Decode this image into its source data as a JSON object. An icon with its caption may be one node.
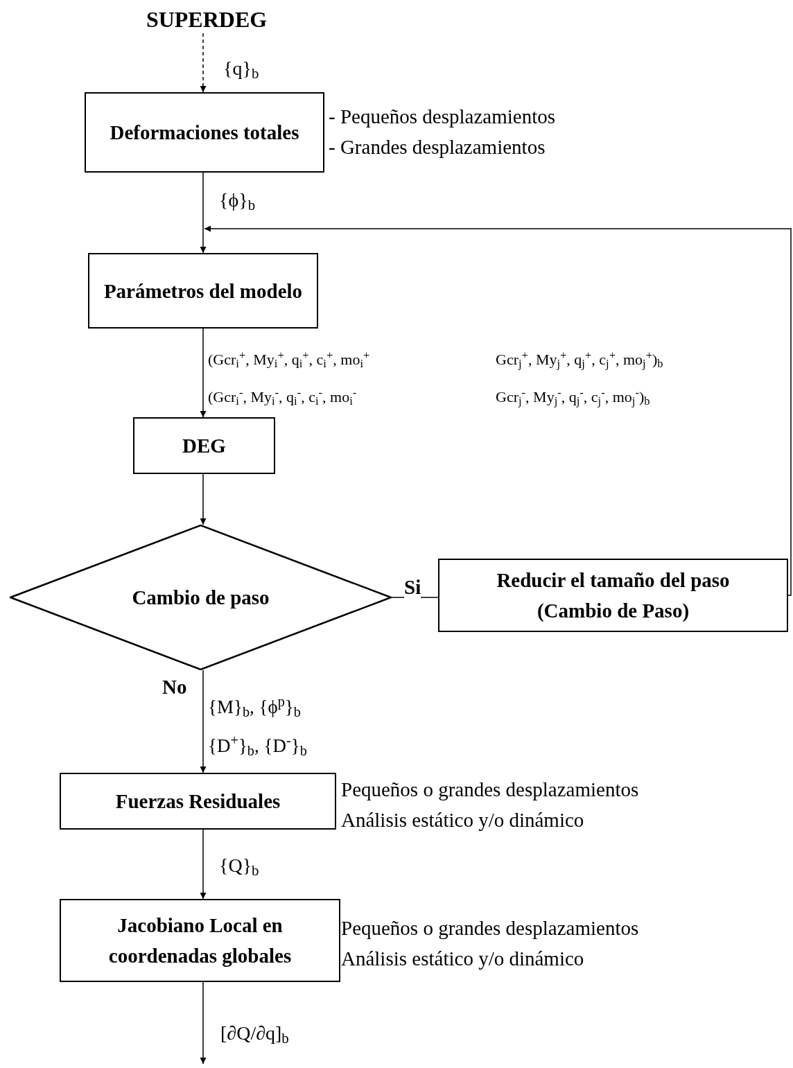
{
  "diagram": {
    "nodes": [
      {
        "text": [
          "SUPERDEG"
        ]
      },
      {
        "text": [
          "Deformaciones totales"
        ],
        "beside": [
          "- Pequeños desplazamientos",
          "- Grandes desplazamientos"
        ]
      },
      {
        "text": [
          "Parámetros del modelo"
        ]
      },
      {
        "text": [
          "DEG"
        ]
      },
      {
        "text": [
          "Cambio de paso"
        ]
      },
      {
        "text": [
          "Reducir el tamaño del paso",
          "(Cambio de Paso)"
        ]
      },
      {
        "text": [
          "Fuerzas Residuales"
        ],
        "beside": [
          "Pequeños o grandes desplazamientos",
          "Análisis estático y/o dinámico"
        ]
      },
      {
        "text": [
          "Jacobiano Local en coordenadas globales"
        ],
        "beside": [
          "Pequeños o grandes desplazamientos",
          "Análisis estático y/o dinámico"
        ]
      }
    ],
    "edges": [
      {
        "from": 0,
        "to": 1,
        "arrow": "to",
        "style": "dashed",
        "label": "{q}$_{b}$"
      },
      {
        "from": 1,
        "to": 2,
        "arrow": "to",
        "label": "{ϕ}$_{b}$"
      },
      {
        "from": 2,
        "to": 3,
        "arrow": "to"
      },
      {
        "from": 3,
        "to": 4,
        "arrow": "to"
      },
      {
        "from": 4,
        "to": 5,
        "arrow": "none",
        "label": "Si"
      },
      {
        "from": 5,
        "to": 2,
        "arrow": "to"
      },
      {
        "from": 4,
        "to": 6,
        "arrow": "to",
        "label": "No"
      },
      {
        "from": 6,
        "to": 7,
        "arrow": "to",
        "label": "{Q}$_{b}$"
      },
      {
        "from": 7,
        "to": null,
        "arrow": "to",
        "label": "[∂Q/∂q]$_{b}$"
      }
    ],
    "labels": [
      "(Gcr$_{i}$$^{+}$, My$_{i}$$^{+}$, q$_{i}$$^{+}$, c$_{i}$$^{+}$, mo$_{i}$$^{+}$",
      "Gcr$_{j}$$^{+}$, My$_{j}$$^{+}$, q$_{j}$$^{+}$, c$_{j}$$^{+}$, mo$_{j}$$^{+}$)$_{b}$",
      "(Gcr$_{i}$$^{-}$, My$_{i}$$^{-}$, q$_{i}$$^{-}$, c$_{i}$$^{-}$, mo$_{i}$$^{-}$",
      "Gcr$_{j}$$^{-}$, My$_{j}$$^{-}$, q$_{j}$$^{-}$, c$_{j}$$^{-}$, mo$_{j}$$^{-}$)$_{b}$",
      "{M}$_{b}$, {ϕ$^{p}$}$_{b}$",
      "{D$^{+}$}$_{b}$, {D$^{-}$}$_{b}$"
    ]
  }
}
